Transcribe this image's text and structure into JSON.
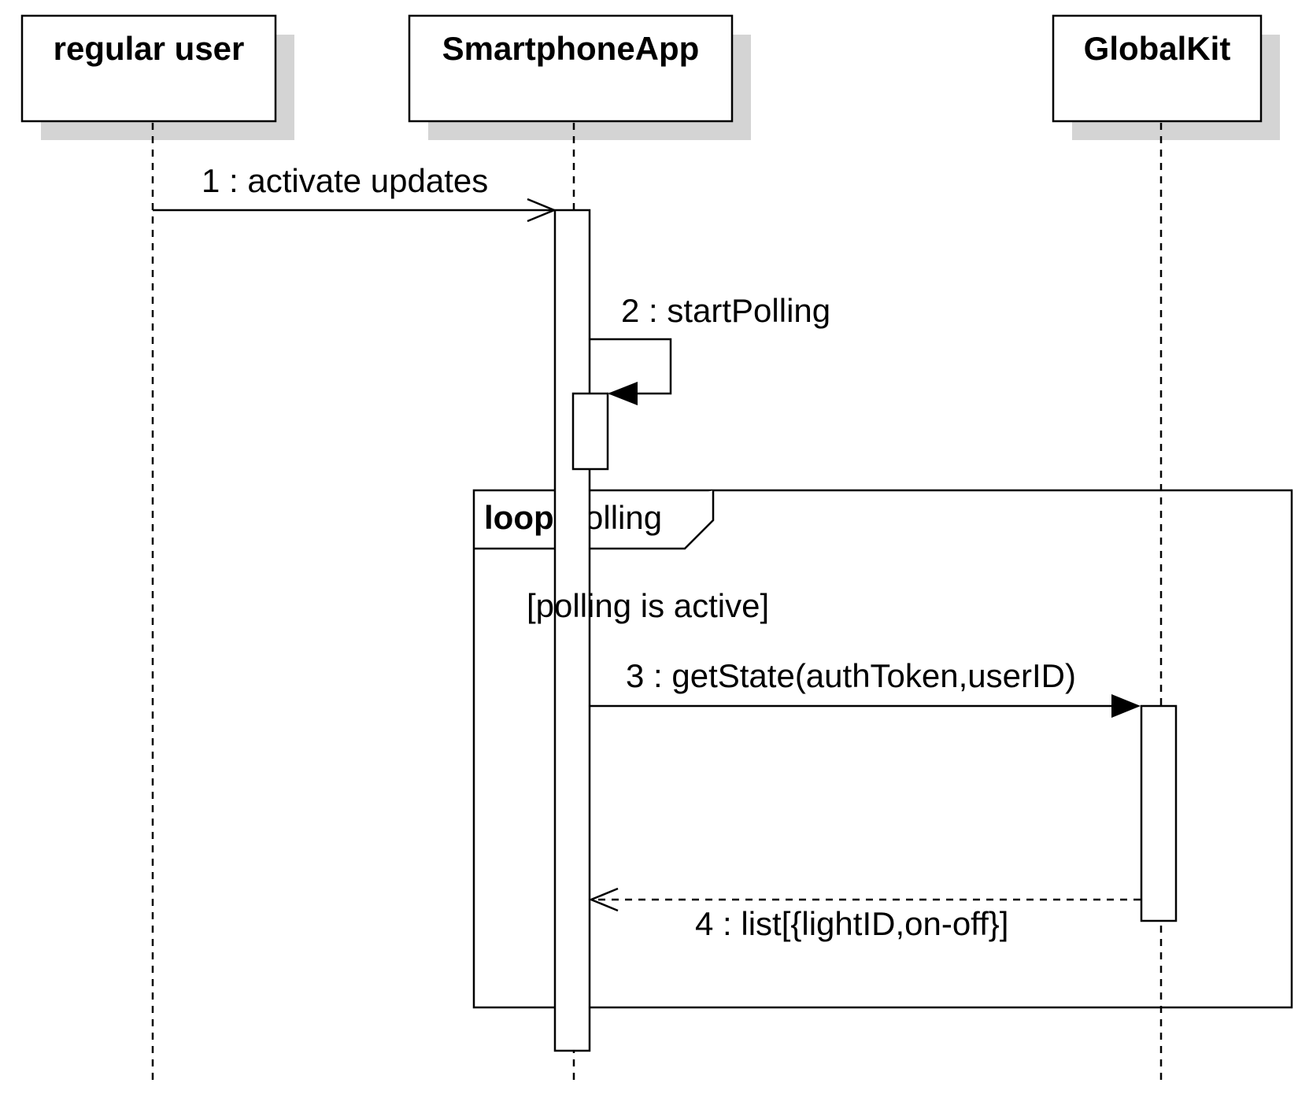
{
  "participants": [
    {
      "name": "regular user"
    },
    {
      "name": "SmartphoneApp"
    },
    {
      "name": "GlobalKit"
    }
  ],
  "messages": [
    {
      "label": "1 : activate updates",
      "type": "async"
    },
    {
      "label": "2 : startPolling",
      "type": "self-sync"
    },
    {
      "label": "3 : getState(authToken,userID)",
      "type": "sync"
    },
    {
      "label": "4 : list[{lightID,on-off}]",
      "type": "return"
    }
  ],
  "fragment": {
    "keyword": "loop",
    "name": "polling",
    "guard": "[polling is active]"
  }
}
